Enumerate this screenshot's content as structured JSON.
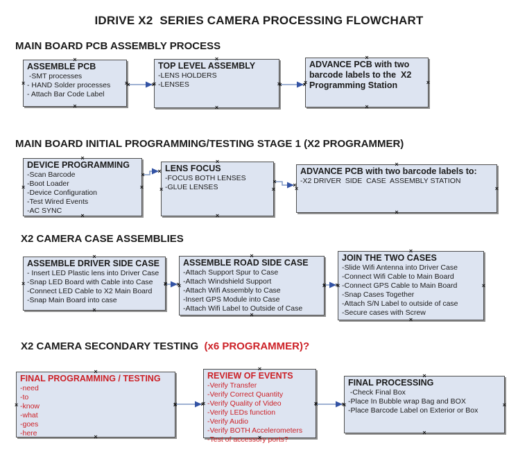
{
  "title": "IDRIVE X2  SERIES CAMERA PROCESSING FLOWCHART",
  "icons": {
    "anchor_glyph": "×"
  },
  "colors": {
    "accent_red": "#cc2026",
    "box_fill": "#dde4f1",
    "box_border": "#4d4d4d",
    "arrow_line": "#7e97c3",
    "arrow_head": "#3353a4"
  },
  "sections": [
    {
      "heading": "MAIN BOARD PCB ASSEMBLY PROCESS",
      "boxes": [
        {
          "title": "ASSEMBLE PCB",
          "items": [
            " -SMT processes",
            "- HAND Solder processes",
            "- Attach Bar Code Label"
          ]
        },
        {
          "title": "TOP LEVEL ASSEMBLY",
          "items": [
            "-LENS HOLDERS",
            "-LENSES"
          ]
        },
        {
          "title": "ADVANCE PCB with two barcode labels to the  X2 Programming Station",
          "items": []
        }
      ]
    },
    {
      "heading": "MAIN BOARD INITIAL PROGRAMMING/TESTING STAGE 1 (X2 PROGRAMMER)",
      "boxes": [
        {
          "title": "DEVICE PROGRAMMING",
          "items": [
            "-Scan Barcode",
            "-Boot Loader",
            "-Device Configuration",
            "-Test Wired Events",
            "-AC SYNC"
          ]
        },
        {
          "title": "LENS FOCUS",
          "items": [
            "-FOCUS BOTH LENSES",
            "-GLUE LENSES"
          ]
        },
        {
          "title": "ADVANCE PCB with two barcode labels to:",
          "items": [
            "-X2 DRIVER  SIDE  CASE  ASSEMBLY STATION"
          ]
        }
      ]
    },
    {
      "heading": "X2 CAMERA CASE ASSEMBLIES",
      "boxes": [
        {
          "title": "ASSEMBLE DRIVER SIDE CASE",
          "items": [
            "- Insert LED Plastic lens into Driver Case",
            "-Snap LED Board with Cable into Case",
            "-Connect LED Cable to X2 Main Board",
            "-Snap Main Board into case"
          ]
        },
        {
          "title": "ASSEMBLE ROAD SIDE CASE",
          "items": [
            "-Attach Support Spur to Case",
            "-Attach Windshield Support",
            "-Attach Wifi Assembly to Case",
            "-Insert GPS Module into Case",
            "-Attach Wifi Label to Outside of Case"
          ]
        },
        {
          "title": "JOIN THE TWO CASES",
          "items": [
            "-Slide Wifi Antenna into Driver Case",
            "-Connect Wifi Cable to Main Board",
            "-Connect GPS Cable to Main Board",
            "-Snap Cases Together",
            "-Attach S/N Label to outside of case",
            "-Secure cases with Screw"
          ]
        }
      ]
    },
    {
      "heading": "X2 CAMERA SECONDARY TESTING  ",
      "heading_suffix_red": "(x6 PROGRAMMER)?",
      "boxes": [
        {
          "title": "FINAL PROGRAMMING / TESTING",
          "items": [
            "-need",
            "-to",
            "-know",
            "-what",
            "-goes",
            "-here"
          ]
        },
        {
          "title": "REVIEW OF EVENTS",
          "items": [
            "-Verify Transfer",
            "-Verify Correct Quantity",
            "-Verify Quality of Video",
            "-Verify LEDs function",
            "-Verify Audio",
            "-Verify BOTH Accelerometers",
            "-Test of accessory ports?"
          ]
        },
        {
          "title": "FINAL PROCESSING",
          "items": [
            " -Check Final Box",
            "-Place In Bubble wrap Bag and BOX",
            "-Place Barcode Label on Exterior or Box"
          ]
        }
      ]
    }
  ]
}
